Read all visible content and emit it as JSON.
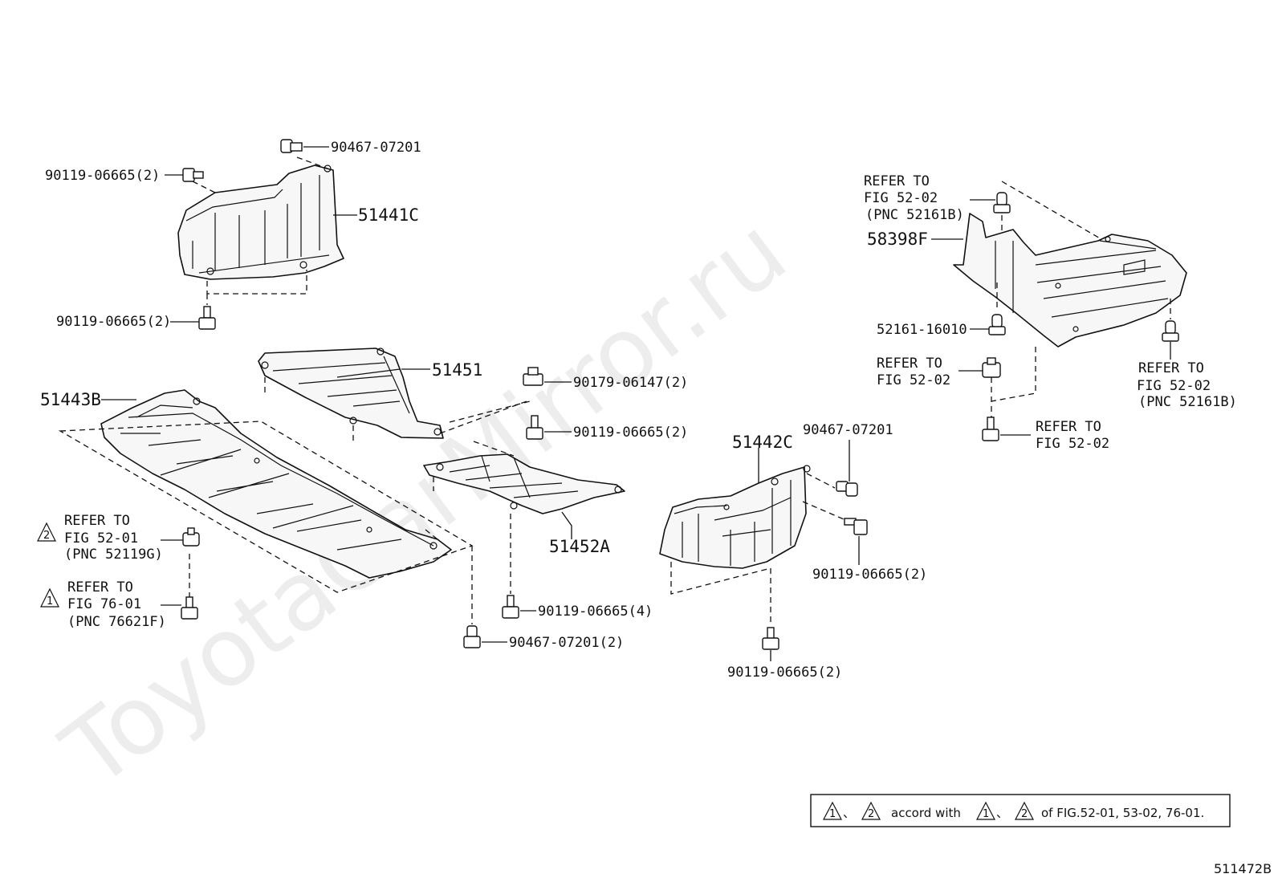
{
  "watermark": "ToyotaCarMirror.ru",
  "diagram_code": "511472B",
  "parts": {
    "p51441C": "51441C",
    "p51451": "51451",
    "p51443B": "51443B",
    "p51452A": "51452A",
    "p51442C": "51442C",
    "p58398F": "58398F"
  },
  "fasteners": {
    "f1": "90467-07201",
    "f2": "90119-06665(2)",
    "f3": "90119-06665(2)",
    "f4": "90179-06147(2)",
    "f5": "90119-06665(2)",
    "f6": "90119-06665(4)",
    "f7": "90467-07201(2)",
    "f8": "90467-07201",
    "f9": "90119-06665(2)",
    "f10": "90119-06665(2)",
    "f11": "52161-16010"
  },
  "refs": {
    "r1": [
      "REFER TO",
      "FIG 52-01",
      "(PNC 52119G)"
    ],
    "r2": [
      "REFER TO",
      "FIG 76-01",
      "(PNC 76621F)"
    ],
    "r3": [
      "REFER TO",
      "FIG 52-02",
      "(PNC 52161B)"
    ],
    "r4": [
      "REFER TO",
      "FIG 52-02"
    ],
    "r5": [
      "REFER TO",
      "FIG 52-02",
      "(PNC 52161B)"
    ],
    "r6": [
      "REFER TO",
      "FIG 52-02"
    ]
  },
  "markers": {
    "m1": "1",
    "m2": "2"
  },
  "legend": {
    "sep": "、",
    "accord": "accord with",
    "tail": "of FIG.52-01, 53-02, 76-01."
  }
}
